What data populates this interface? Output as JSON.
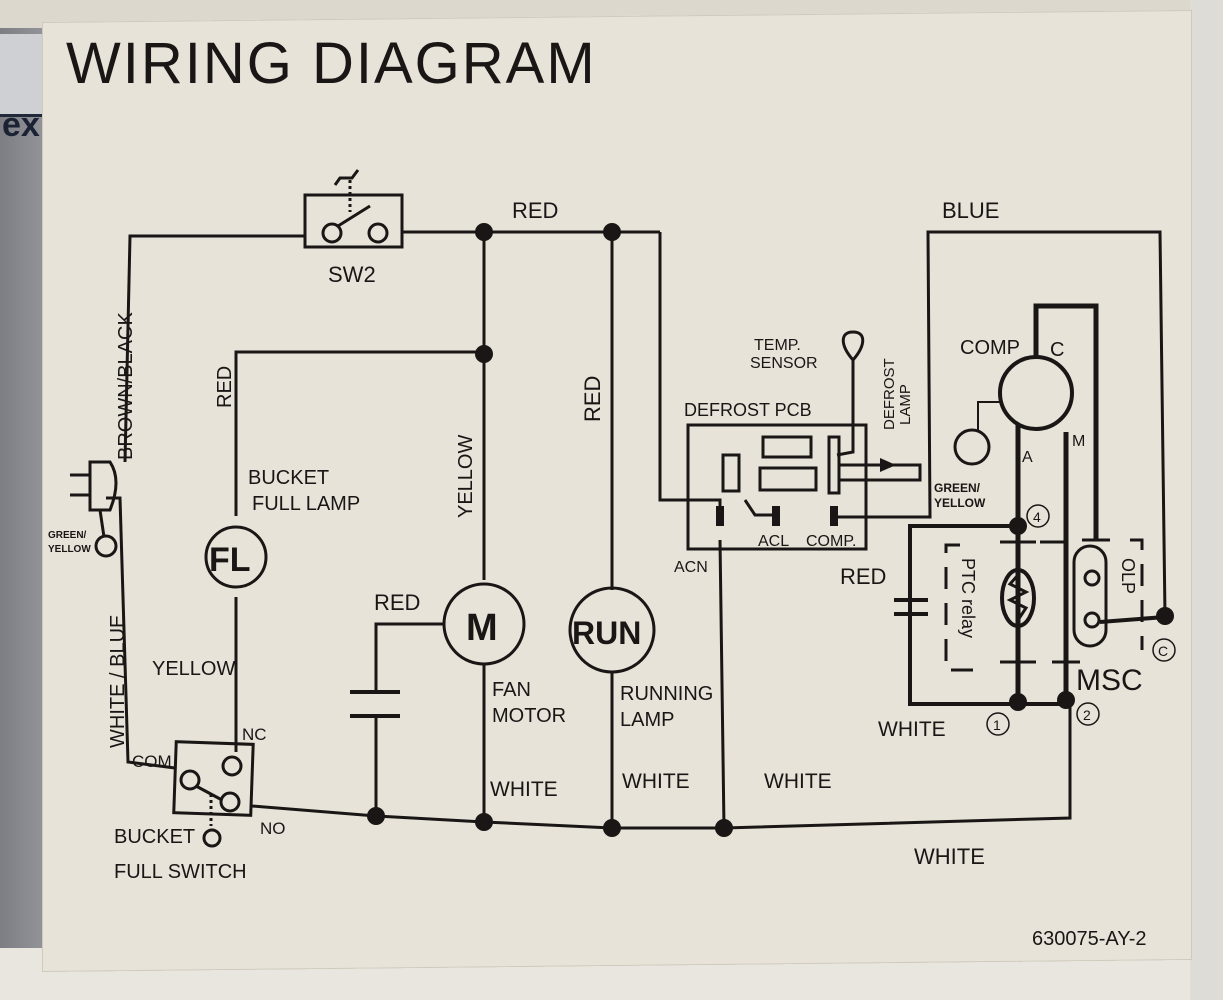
{
  "title": "WIRING DIAGRAM",
  "brand_fragment": "ex",
  "part_number": "630075-AY-2",
  "components": {
    "sw2": {
      "label": "SW2"
    },
    "bucket_full_lamp": {
      "symbol": "FL",
      "label_line1": "BUCKET",
      "label_line2": "FULL LAMP"
    },
    "fan_motor": {
      "symbol": "M",
      "label_line1": "FAN",
      "label_line2": "MOTOR"
    },
    "running_lamp": {
      "symbol": "RUN",
      "label_line1": "RUNNING",
      "label_line2": "LAMP"
    },
    "defrost_pcb": {
      "label": "DEFROST PCB",
      "terminals": [
        "ACN",
        "ACL",
        "COMP."
      ]
    },
    "temp_sensor": {
      "label_line1": "TEMP.",
      "label_line2": "SENSOR"
    },
    "defrost_lamp": {
      "label_line1": "DEFROST",
      "label_line2": "LAMP"
    },
    "compressor": {
      "label": "COMP",
      "terminals": [
        "C",
        "A",
        "M"
      ]
    },
    "ptc_relay": {
      "label": "PTC relay"
    },
    "olp": {
      "label": "OLP"
    },
    "msc": {
      "label": "MSC"
    },
    "bucket_full_switch": {
      "label_line1": "BUCKET",
      "label_line2": "FULL SWITCH",
      "terminals": [
        "COM",
        "NC",
        "NO"
      ]
    },
    "ground_plug": {
      "label_line1": "GREEN/",
      "label_line2": "YELLOW"
    },
    "ground_comp": {
      "label_line1": "GREEN/",
      "label_line2": "YELLOW"
    }
  },
  "node_markers": [
    "1",
    "2",
    "4",
    "C"
  ],
  "wire_labels": {
    "brown_black": "BROWN/BLACK",
    "white_blue": "WHITE / BLUE",
    "red_top": "RED",
    "red_fl": "RED",
    "red_run": "RED",
    "red_cap": "RED",
    "red_ptc": "RED",
    "yellow_fan": "YELLOW",
    "yellow_fl": "YELLOW",
    "blue": "BLUE",
    "white_fan": "WHITE",
    "white_run": "WHITE",
    "white_pcb": "WHITE",
    "white_ptc": "WHITE",
    "white_bottom": "WHITE"
  }
}
